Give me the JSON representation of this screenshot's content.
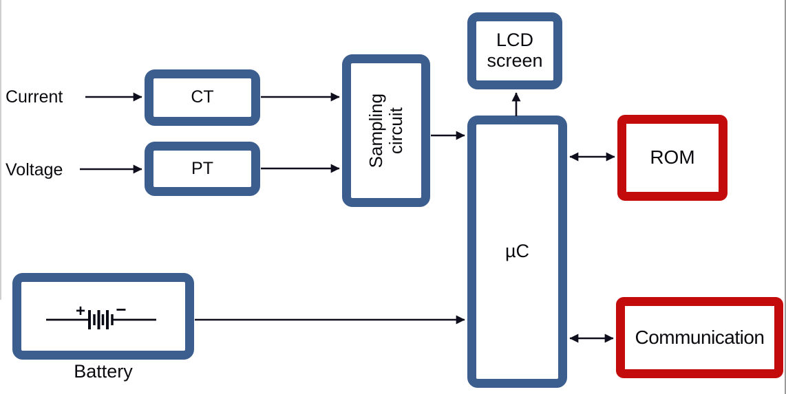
{
  "diagram": {
    "input_labels": {
      "current": "Current",
      "voltage": "Voltage"
    },
    "nodes": {
      "ct": {
        "label": "CT",
        "border_color_name": "blue"
      },
      "pt": {
        "label": "PT",
        "border_color_name": "blue"
      },
      "sampling_circuit": {
        "label": "Sampling circuit",
        "border_color_name": "blue"
      },
      "lcd_screen": {
        "label": "LCD screen",
        "border_color_name": "blue"
      },
      "microcontroller": {
        "label": "µC",
        "border_color_name": "blue"
      },
      "rom": {
        "label": "ROM",
        "border_color_name": "red"
      },
      "communication": {
        "label": "Communication",
        "border_color_name": "red"
      },
      "battery": {
        "label": "Battery",
        "border_color_name": "blue"
      }
    },
    "battery_symbol": {
      "plus": "+",
      "minus": "−"
    },
    "connections": [
      {
        "from": "current-input",
        "to": "ct",
        "type": "arrow"
      },
      {
        "from": "voltage-input",
        "to": "pt",
        "type": "arrow"
      },
      {
        "from": "ct",
        "to": "sampling_circuit",
        "type": "arrow"
      },
      {
        "from": "pt",
        "to": "sampling_circuit",
        "type": "arrow"
      },
      {
        "from": "sampling_circuit",
        "to": "microcontroller",
        "type": "arrow"
      },
      {
        "from": "microcontroller",
        "to": "lcd_screen",
        "type": "arrow"
      },
      {
        "from": "microcontroller",
        "to": "rom",
        "type": "double-arrow"
      },
      {
        "from": "microcontroller",
        "to": "communication",
        "type": "double-arrow"
      },
      {
        "from": "battery",
        "to": "microcontroller",
        "type": "arrow"
      }
    ],
    "colors": {
      "box_blue": "#3C5E8E",
      "box_red": "#C30B0B",
      "line": "#0E0E1C",
      "text": "#0A0A0F"
    }
  }
}
